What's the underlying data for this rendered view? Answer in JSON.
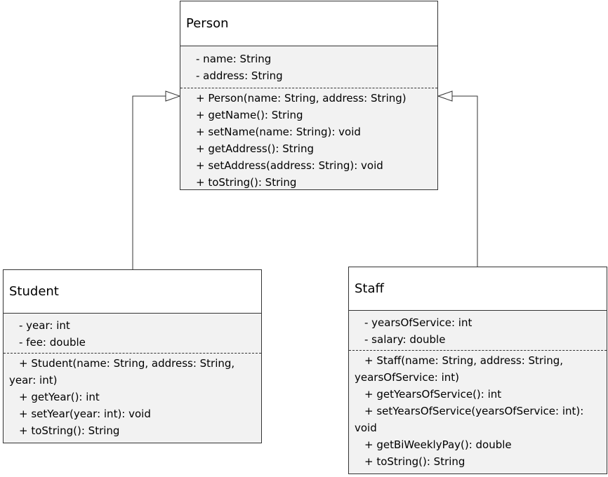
{
  "classes": {
    "person": {
      "name": "Person",
      "attributes": [
        "- name: String",
        "- address: String"
      ],
      "methods": [
        "+ Person(name: String, address: String)",
        "+ getName(): String",
        "+ setName(name: String): void",
        "+ getAddress(): String",
        "+ setAddress(address: String): void",
        "+ toString(): String"
      ]
    },
    "student": {
      "name": "Student",
      "attributes": [
        "- year: int",
        "- fee: double"
      ],
      "methods": [
        "+ Student(name: String, address: String,",
        "year: int)",
        "+ getYear(): int",
        "+ setYear(year: int): void",
        "+ toString(): String"
      ]
    },
    "staff": {
      "name": "Staff",
      "attributes": [
        "- yearsOfService: int",
        "- salary: double"
      ],
      "methods": [
        "+ Staff(name: String, address: String,",
        "yearsOfService: int)",
        "+ getYearsOfService(): int",
        "+ setYearsOfService(yearsOfService: int):",
        "void",
        "+ getBiWeeklyPay(): double",
        "+ toString(): String"
      ]
    }
  },
  "colors": {
    "border": "#333333",
    "body_fill": "#f2f2f2",
    "header_fill": "#ffffff"
  }
}
